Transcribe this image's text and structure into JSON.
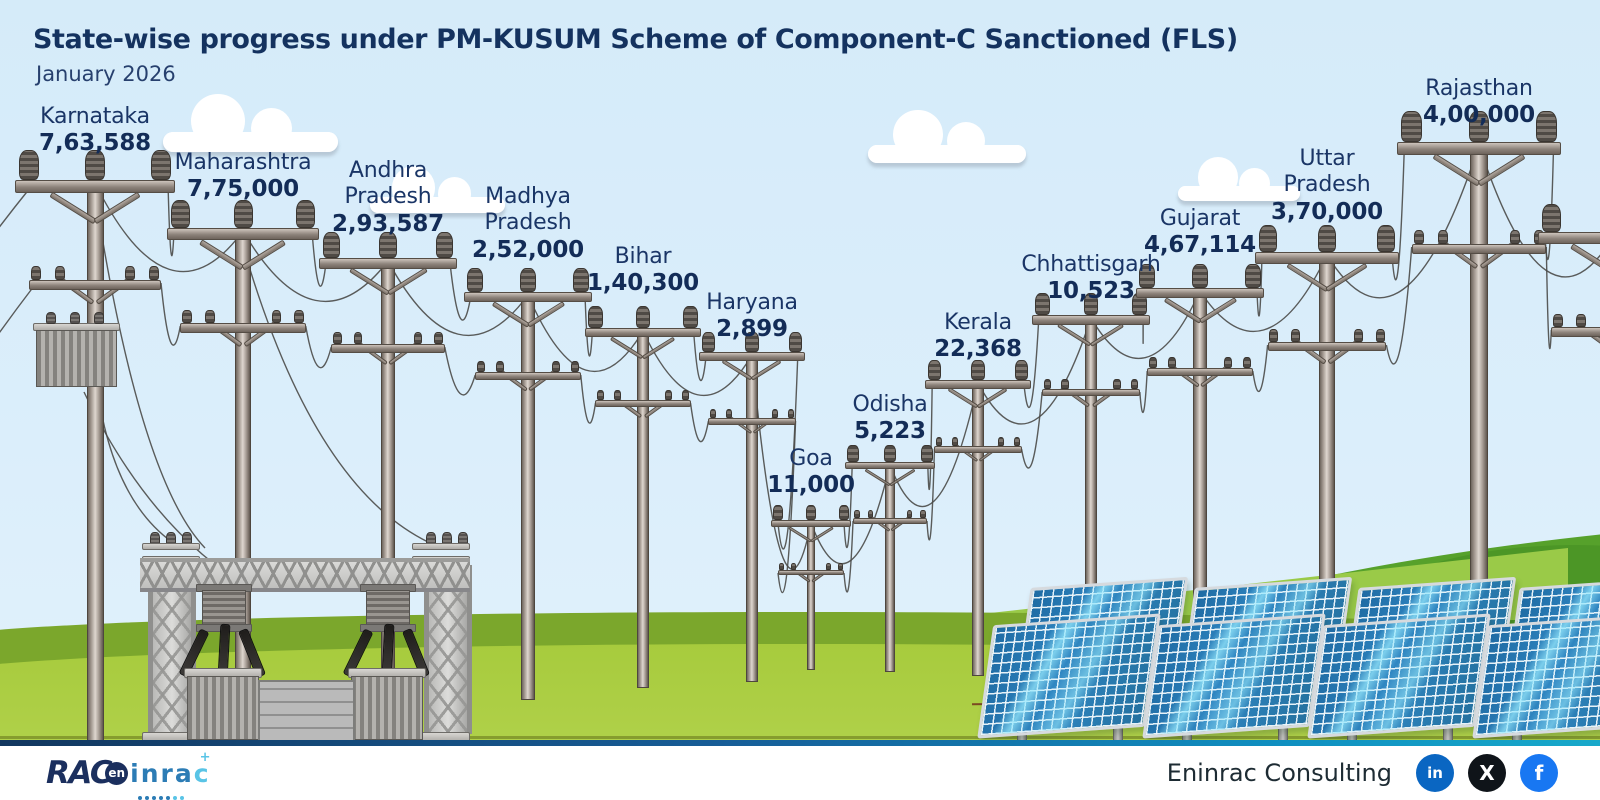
{
  "title": "State-wise progress under PM-KUSUM Scheme of Component-C Sanctioned (FLS)",
  "subtitle": "January 2026",
  "chart_data": {
    "type": "bar",
    "title": "State-wise progress under PM-KUSUM Scheme of Component-C Sanctioned (FLS)",
    "subtitle": "January 2026",
    "categories": [
      "Karnataka",
      "Maharashtra",
      "Andhra Pradesh",
      "Madhya Pradesh",
      "Bihar",
      "Haryana",
      "Goa",
      "Odisha",
      "Kerala",
      "Chhattisgarh",
      "Gujarat",
      "Uttar Pradesh",
      "Rajasthan"
    ],
    "values": [
      763588,
      775000,
      293587,
      252000,
      140300,
      2899,
      11000,
      5223,
      22368,
      10523,
      467114,
      370000,
      400000
    ],
    "value_labels": [
      "7,63,588",
      "7,75,000",
      "2,93,587",
      "2,52,000",
      "1,40,300",
      "2,899",
      "11,000",
      "5,223",
      "22,368",
      "10,523",
      "4,67,114",
      "3,70,000",
      "4,00,000"
    ],
    "legend_position": "none",
    "grid": false
  },
  "footer": {
    "brand": "Eninrac Consulting",
    "logo": {
      "text_primary": "RAC",
      "chip": "en",
      "text_secondary": "inra",
      "text_accent": "c",
      "plus": "+"
    },
    "social": [
      {
        "name": "linkedin",
        "glyph": "in",
        "color": "#0a66c2"
      },
      {
        "name": "x",
        "glyph": "X",
        "color": "#0f1419"
      },
      {
        "name": "facebook",
        "glyph": "f",
        "color": "#1877f2"
      }
    ]
  },
  "colors": {
    "text_navy": "#14325f",
    "sky": "#d5ebf9",
    "ground_dark": "#7ba72c",
    "ground_light": "#a7cb3d",
    "hill": "#56a12b",
    "divider_left": "#12375f",
    "divider_right": "#18a9ca"
  }
}
